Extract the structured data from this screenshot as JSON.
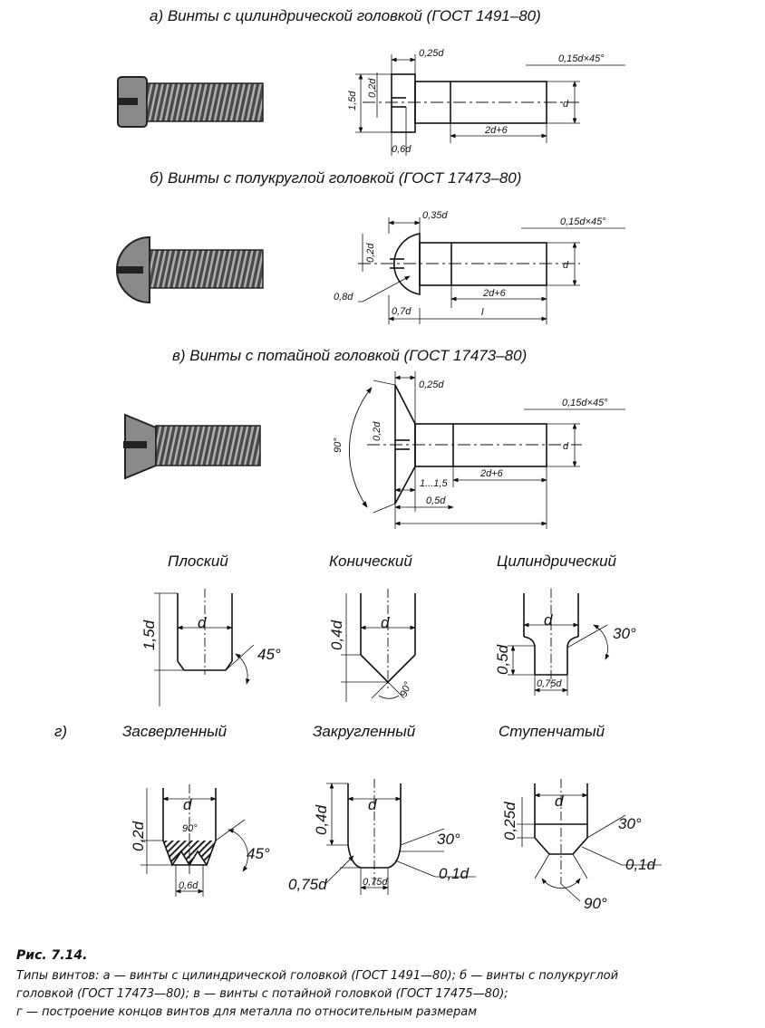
{
  "titles": {
    "a": "а) Винты с цилиндрической головкой (ГОСТ 1491–80)",
    "b": "б) Винты с полукруглой головкой (ГОСТ 17473–80)",
    "c": "в) Винты с потайной головкой (ГОСТ 17473–80)"
  },
  "ends_top": [
    "Плоский",
    "Конический",
    "Цилиндрический"
  ],
  "ends_bottom_marker": "г)",
  "ends_bottom": [
    "Засверленный",
    "Закругленный",
    "Ступенчатый"
  ],
  "dims": {
    "a": {
      "head": "0,25d",
      "chamfer": "0,15d×45°",
      "d": "d",
      "h": "1,5d",
      "slot": "0,2d",
      "slotw": "0,6d",
      "thread": "2d+6"
    },
    "b": {
      "head": "0,35d",
      "chamfer": "0,15d×45°",
      "d": "d",
      "slot": "0,2d",
      "r": "0,8d",
      "base": "0,7d",
      "thread": "2d+6",
      "len": "l"
    },
    "c": {
      "head": "0,25d",
      "chamfer": "0,15d×45°",
      "d": "d",
      "slot": "0,2d",
      "angle": "90°",
      "gap": "1...1,5",
      "base": "0,5d",
      "thread": "2d+6"
    },
    "flat": {
      "d": "d",
      "h": "1,5d",
      "a": "45°"
    },
    "cone": {
      "d": "d",
      "h": "0,4d",
      "a": "90°"
    },
    "cyl": {
      "d": "d",
      "h": "0,5d",
      "w": "0,75d",
      "a": "30°"
    },
    "drill": {
      "d": "d",
      "h": "0,2d",
      "a": "45°",
      "w": "0,6d",
      "inner": "90°"
    },
    "round": {
      "d": "d",
      "h": "0,4d",
      "a": "30°",
      "left": "0,75d",
      "w": "0,75d",
      "right": "0,1d"
    },
    "step": {
      "d": "d",
      "h": "0,25d",
      "a": "30°",
      "right": "0,1d",
      "bottom": "90°"
    }
  },
  "caption": {
    "num": "Рис. 7.14.",
    "line1": "Типы винтов: а — винты с цилиндрической головкой (ГОСТ 1491—80); б — винты с полукруглой",
    "line2": "головкой (ГОСТ 17473—80); в — винты с потайной головкой (ГОСТ 17475—80);",
    "line3": "г — построение концов винтов для металла по относительным размерам"
  }
}
